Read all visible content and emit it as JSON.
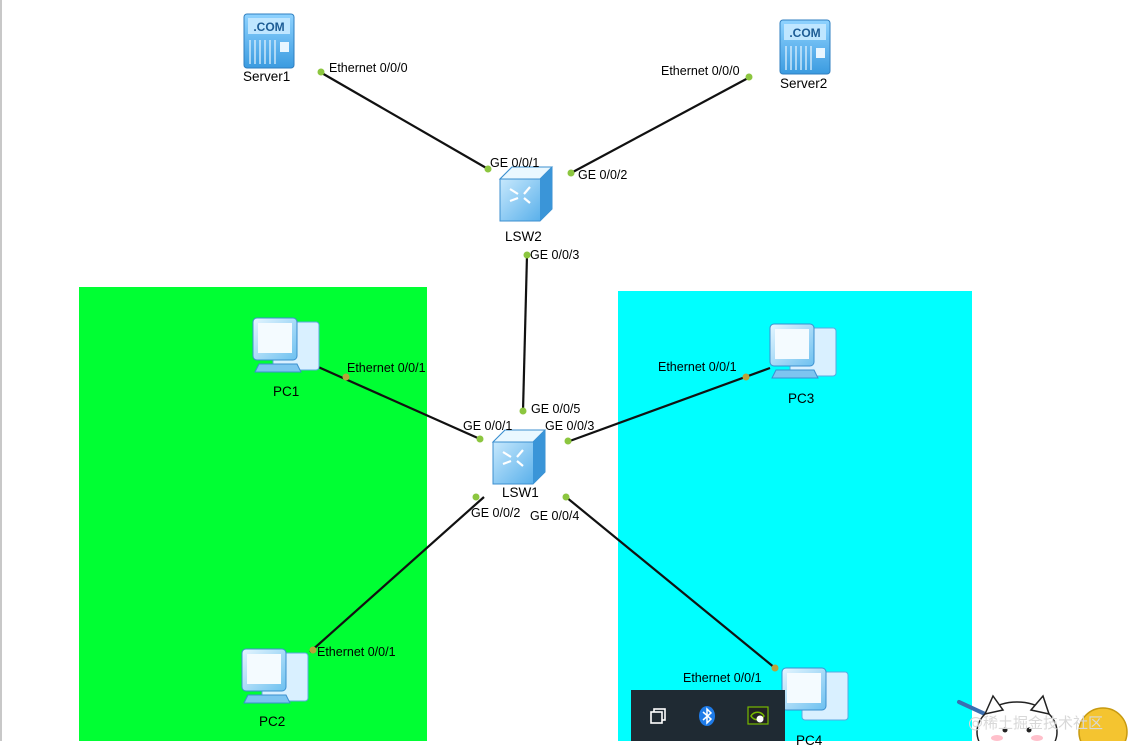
{
  "devices": {
    "server1": "Server1",
    "server2": "Server2",
    "lsw2": "LSW2",
    "lsw1": "LSW1",
    "pc1": "PC1",
    "pc2": "PC2",
    "pc3": "PC3",
    "pc4": "PC4",
    "server_badge": ".COM"
  },
  "ports": {
    "server1_eth": "Ethernet 0/0/0",
    "server2_eth": "Ethernet 0/0/0",
    "lsw2_ge1": "GE 0/0/1",
    "lsw2_ge2": "GE 0/0/2",
    "lsw2_ge3": "GE 0/0/3",
    "lsw1_ge5": "GE 0/0/5",
    "lsw1_ge1": "GE 0/0/1",
    "lsw1_ge3": "GE 0/0/3",
    "lsw1_ge2": "GE 0/0/2",
    "lsw1_ge4": "GE 0/0/4",
    "pc1_eth": "Ethernet 0/0/1",
    "pc2_eth": "Ethernet 0/0/1",
    "pc3_eth": "Ethernet 0/0/1",
    "pc4_eth": "Ethernet 0/0/1"
  },
  "zones": {
    "left_color": "#00ff33",
    "right_color": "#00ffff"
  },
  "taskbar": {
    "icons": [
      "window-restore-icon",
      "bluetooth-icon",
      "nvidia-icon"
    ]
  },
  "watermark": "@稀土掘金技术社区"
}
